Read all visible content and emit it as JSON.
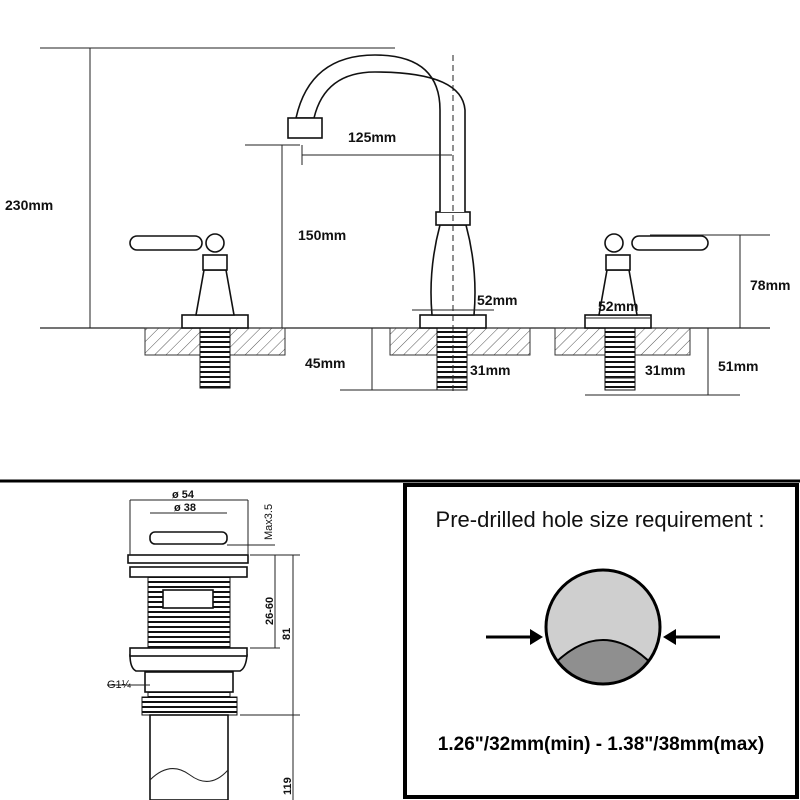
{
  "faucet": {
    "height_total": "230mm",
    "spout_height": "150mm",
    "spout_reach": "125mm",
    "spout_base": "52mm",
    "handle_base": "52mm",
    "handle_height": "78mm",
    "shank_length_spout": "45mm",
    "shank_dia_spout": "31mm",
    "shank_dia_handle": "31mm",
    "shank_length_handle": "51mm"
  },
  "drain": {
    "outer_dia": "ø 54",
    "inner_dia": "ø 38",
    "max_lift": "Max3.5",
    "thickness_range": "26-60",
    "body_length": "81",
    "thread": "G1¼",
    "tail_length": "119"
  },
  "hole_requirement": {
    "title": "Pre-drilled hole size requirement :",
    "range": "1.26\"/32mm(min) - 1.38\"/38mm(max)",
    "colors": {
      "upper": "#cfcfcf",
      "lower": "#8f8f8f"
    }
  }
}
